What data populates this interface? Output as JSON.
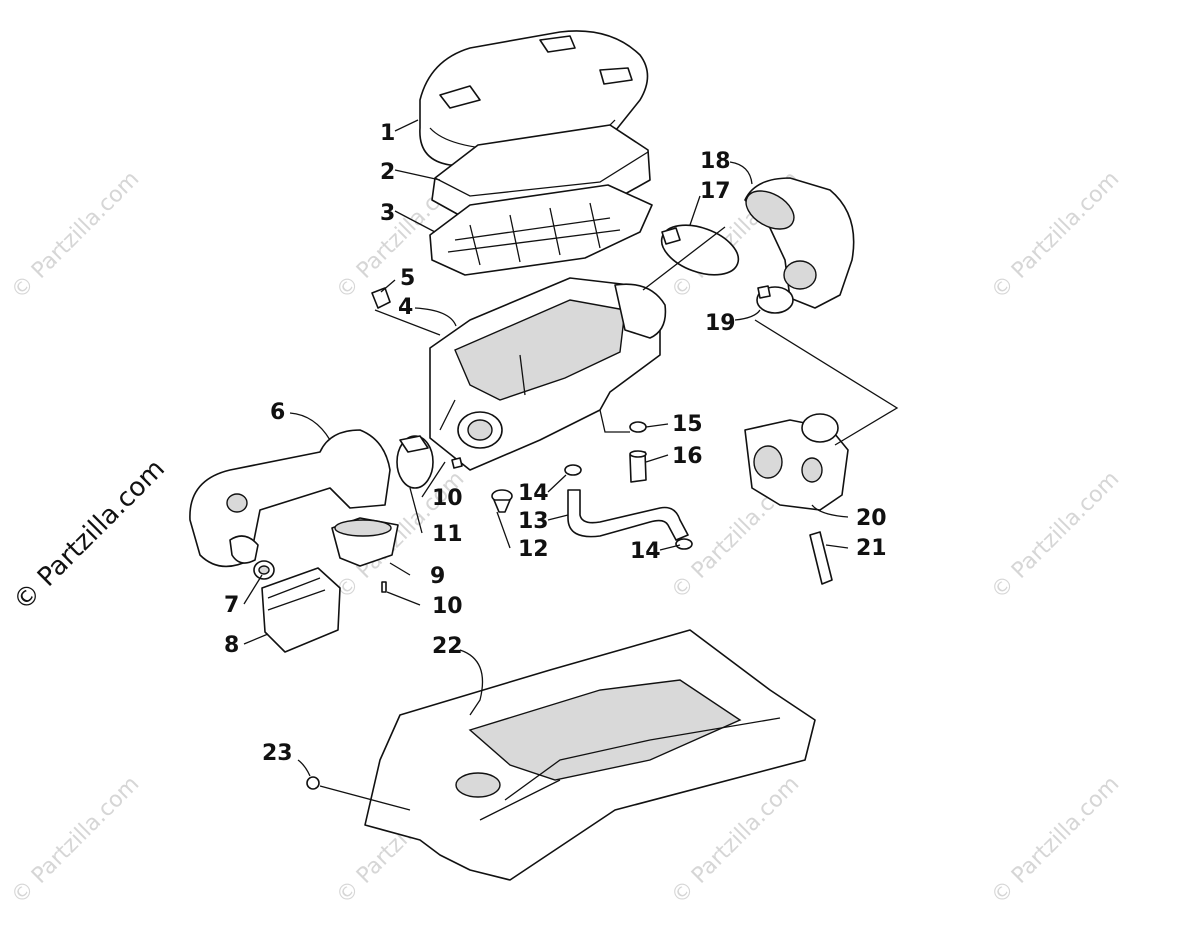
{
  "watermark": {
    "text": "© Partzilla.com",
    "side_text": "© Partzilla.com"
  },
  "callouts": [
    {
      "id": "c1",
      "label": "1"
    },
    {
      "id": "c2",
      "label": "2"
    },
    {
      "id": "c3",
      "label": "3"
    },
    {
      "id": "c4",
      "label": "4"
    },
    {
      "id": "c5",
      "label": "5"
    },
    {
      "id": "c6",
      "label": "6"
    },
    {
      "id": "c7",
      "label": "7"
    },
    {
      "id": "c8",
      "label": "8"
    },
    {
      "id": "c9",
      "label": "9"
    },
    {
      "id": "c10a",
      "label": "10"
    },
    {
      "id": "c10b",
      "label": "10"
    },
    {
      "id": "c11",
      "label": "11"
    },
    {
      "id": "c12",
      "label": "12"
    },
    {
      "id": "c13",
      "label": "13"
    },
    {
      "id": "c14a",
      "label": "14"
    },
    {
      "id": "c14b",
      "label": "14"
    },
    {
      "id": "c15",
      "label": "15"
    },
    {
      "id": "c16",
      "label": "16"
    },
    {
      "id": "c17",
      "label": "17"
    },
    {
      "id": "c18",
      "label": "18"
    },
    {
      "id": "c19",
      "label": "19"
    },
    {
      "id": "c20",
      "label": "20"
    },
    {
      "id": "c21",
      "label": "21"
    },
    {
      "id": "c22",
      "label": "22"
    },
    {
      "id": "c23",
      "label": "23"
    }
  ]
}
